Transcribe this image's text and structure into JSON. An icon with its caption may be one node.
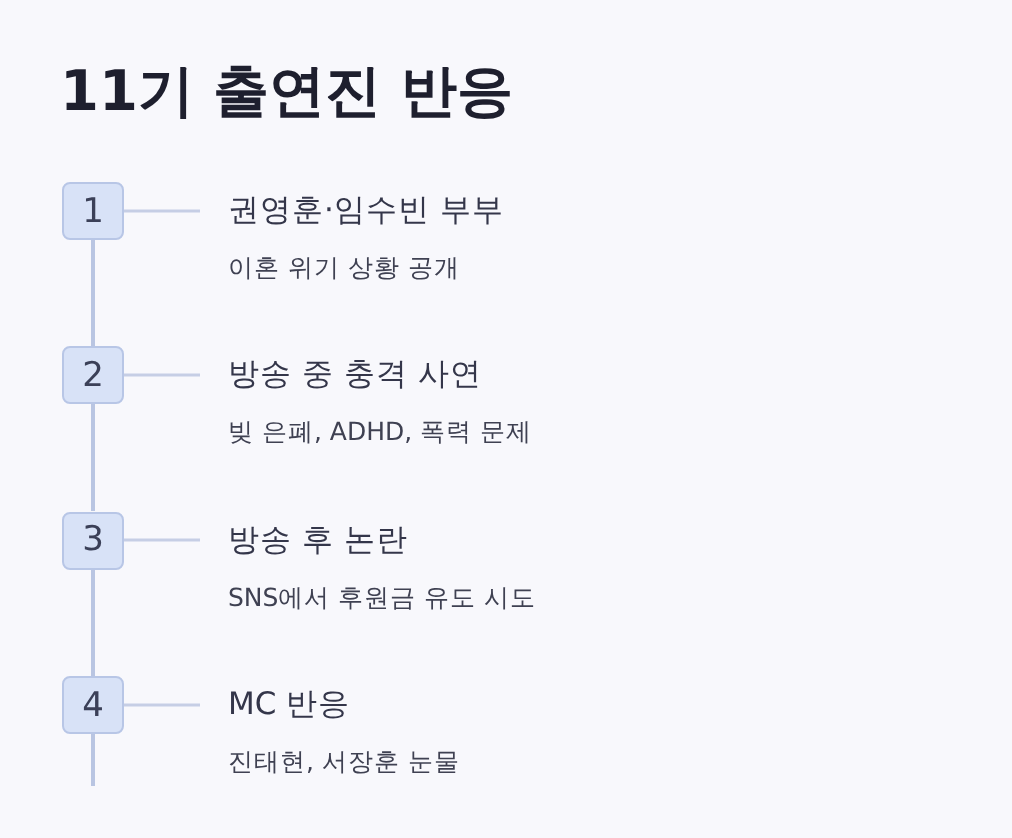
{
  "diagram": {
    "title": "11기 출연진 반응",
    "nodes": [
      {
        "text": [
          "1"
        ]
      },
      {
        "text": [
          "권영훈·임수빈 부부",
          "이혼 위기 상황 공개"
        ]
      },
      {
        "text": [
          "2"
        ]
      },
      {
        "text": [
          "방송 중 충격 사연",
          "빚 은폐, ADHD, 폭력 문제"
        ]
      },
      {
        "text": [
          "3"
        ]
      },
      {
        "text": [
          "방송 후 논란",
          "SNS에서 후원금 유도 시도"
        ]
      },
      {
        "text": [
          "4"
        ]
      },
      {
        "text": [
          "MC 반응",
          "진태현, 서장훈 눈물"
        ]
      }
    ],
    "edges": [
      {
        "from": 0,
        "to": 1,
        "arrow": "none"
      },
      {
        "from": 0,
        "to": 2,
        "arrow": "none"
      },
      {
        "from": 2,
        "to": 3,
        "arrow": "none"
      },
      {
        "from": 2,
        "to": 4,
        "arrow": "none"
      },
      {
        "from": 4,
        "to": 5,
        "arrow": "none"
      },
      {
        "from": 4,
        "to": 6,
        "arrow": "none"
      },
      {
        "from": 6,
        "to": 7,
        "arrow": "none"
      },
      {
        "from": 6,
        "to": null,
        "arrow": "none"
      }
    ]
  }
}
